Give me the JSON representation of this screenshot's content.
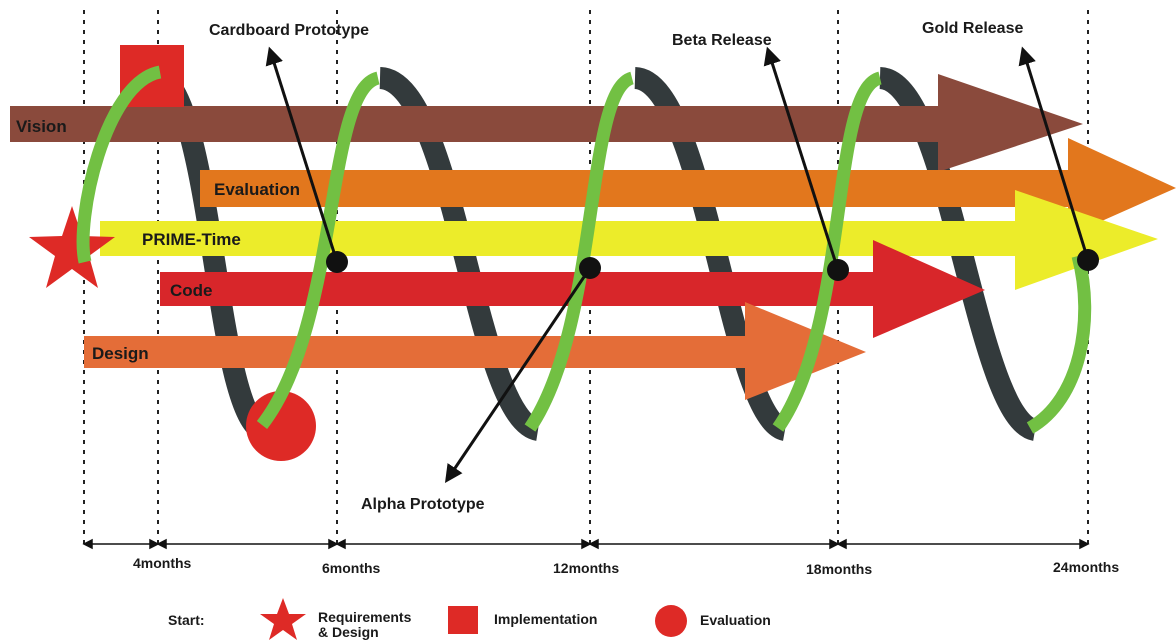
{
  "streams": [
    {
      "key": "vision",
      "label": "Vision",
      "color": "#8a4a3c"
    },
    {
      "key": "evaluation",
      "label": "Evaluation",
      "color": "#e2771d"
    },
    {
      "key": "prime",
      "label": "PRIME-Time",
      "color": "#ecec2a"
    },
    {
      "key": "code",
      "label": "Code",
      "color": "#d8262a"
    },
    {
      "key": "design",
      "label": "Design",
      "color": "#e46d38"
    }
  ],
  "milestones": [
    {
      "key": "cardboard",
      "label": "Cardboard Prototype"
    },
    {
      "key": "alpha",
      "label": "Alpha Prototype"
    },
    {
      "key": "beta",
      "label": "Beta Release"
    },
    {
      "key": "gold",
      "label": "Gold Release"
    }
  ],
  "timeline": [
    "4months",
    "6months",
    "12months",
    "18months",
    "24months"
  ],
  "legend": {
    "start": "Start:",
    "requirements_line1": "Requirements",
    "requirements_line2": "& Design",
    "implementation": "Implementation",
    "evaluation": "Evaluation"
  },
  "colors": {
    "spiral_front": "#72c043",
    "spiral_back": "#333a3c",
    "marker_red": "#de2a26",
    "dot": "#111111"
  }
}
